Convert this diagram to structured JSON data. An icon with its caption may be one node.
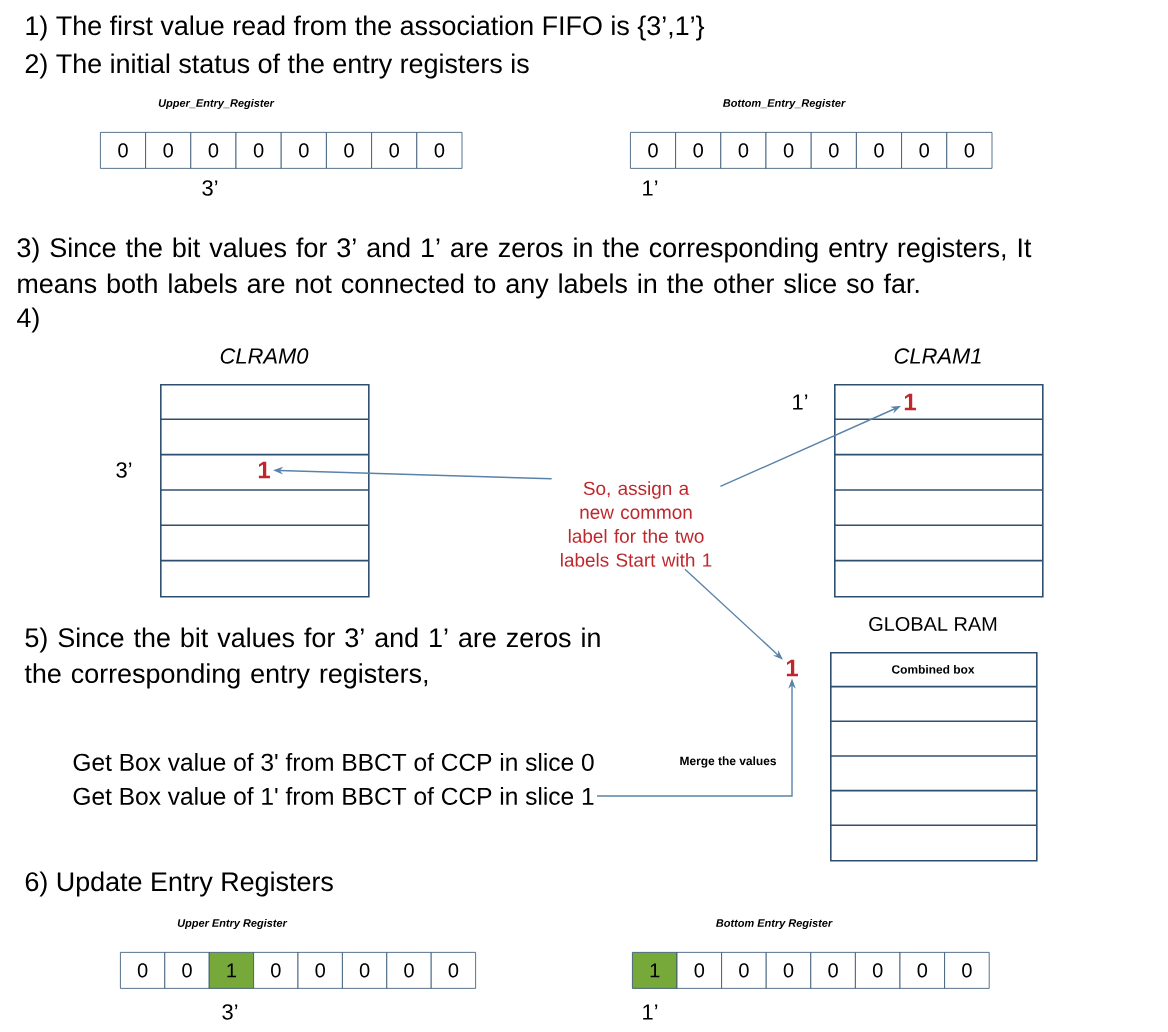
{
  "diagram": {
    "nodes": [
      {
        "text": [
          "CLRAM0"
        ],
        "beside": [
          "3’"
        ]
      },
      {
        "text": [
          "1"
        ],
        "in": 0
      },
      {
        "text": [
          "CLRAM1"
        ],
        "beside": [
          "1’"
        ]
      },
      {
        "text": [
          "1"
        ],
        "in": 2
      },
      {
        "text": [
          "So, assign a new common label for the two labels Start with 1"
        ]
      },
      {
        "text": [
          "1"
        ]
      },
      {
        "text": [
          "GLOBAL RAM",
          "Combined box"
        ]
      },
      {
        "text": [
          "Get Box value of 3' from BBCT of CCP in slice 0"
        ]
      },
      {
        "text": [
          "Get Box value of 1' from BBCT of CCP in slice 1"
        ]
      }
    ],
    "edges": [
      {
        "from": 4,
        "to": 1,
        "arrow": "to"
      },
      {
        "from": 4,
        "to": 3,
        "arrow": "to"
      },
      {
        "from": 4,
        "to": 5,
        "arrow": "to"
      },
      {
        "from": 8,
        "to": 5,
        "arrow": "to",
        "label": "Merge the values"
      }
    ],
    "labels": [
      "1) The first value read from the association FIFO is {3’,1’}",
      "2) The initial status of the entry registers is",
      "Upper_Entry_Register",
      "Bottom_Entry_Register",
      "0",
      "0",
      "0",
      "0",
      "0",
      "0",
      "0",
      "0",
      "0",
      "0",
      "0",
      "0",
      "0",
      "0",
      "0",
      "0",
      "3’",
      "1’",
      "3) Since the bit values for 3’ and 1’ are zeros in the corresponding entry registers, It means both labels are not connected to any labels in the other slice so far.",
      "4)",
      "5) Since the bit values for 3’ and 1’ are zeros in the corresponding entry registers,",
      "6) Update Entry Registers",
      "Upper Entry Register",
      "Bottom Entry Register",
      "0",
      "0",
      "1",
      "0",
      "0",
      "0",
      "0",
      "0",
      "1",
      "0",
      "0",
      "0",
      "0",
      "0",
      "0",
      "0",
      "3’",
      "1’"
    ]
  }
}
